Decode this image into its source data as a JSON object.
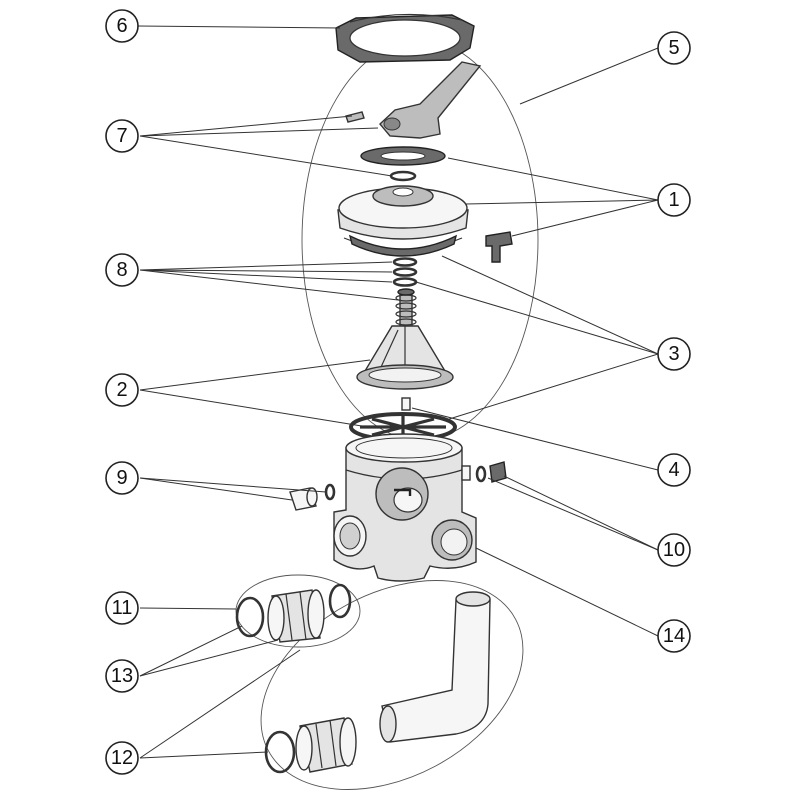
{
  "callouts": [
    {
      "id": "c1",
      "label": "1"
    },
    {
      "id": "c2",
      "label": "2"
    },
    {
      "id": "c3",
      "label": "3"
    },
    {
      "id": "c4",
      "label": "4"
    },
    {
      "id": "c5",
      "label": "5"
    },
    {
      "id": "c6",
      "label": "6"
    },
    {
      "id": "c7",
      "label": "7"
    },
    {
      "id": "c8",
      "label": "8"
    },
    {
      "id": "c9",
      "label": "9"
    },
    {
      "id": "c10",
      "label": "10"
    },
    {
      "id": "c11",
      "label": "11"
    },
    {
      "id": "c12",
      "label": "12"
    },
    {
      "id": "c13",
      "label": "13"
    },
    {
      "id": "c14",
      "label": "14"
    }
  ],
  "colors": {
    "line": "#333333",
    "part_light": "#e4e4e4",
    "part_dark": "#6a6a6a"
  }
}
